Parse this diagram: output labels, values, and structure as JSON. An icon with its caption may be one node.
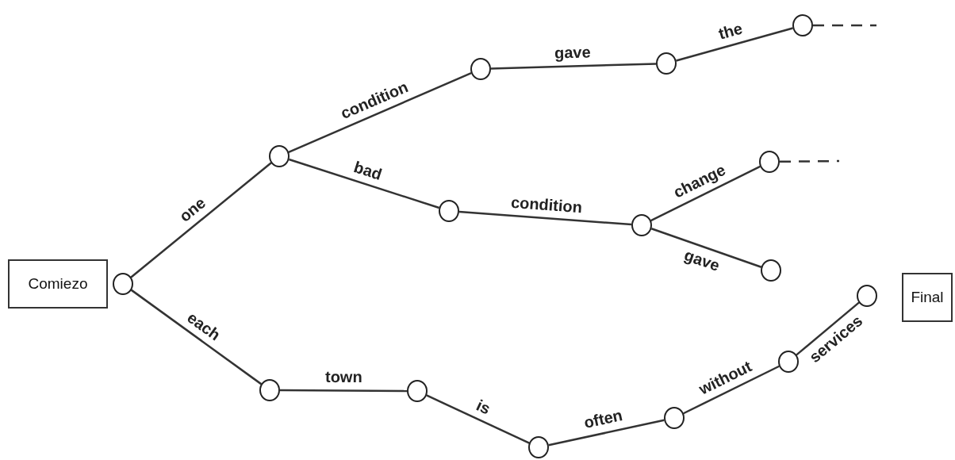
{
  "diagram": {
    "nodes": [
      {
        "text": [
          "Comiezo"
        ]
      },
      {
        "text": [],
        "shape": "circle"
      },
      {
        "text": [],
        "shape": "circle"
      },
      {
        "text": [],
        "shape": "circle"
      },
      {
        "text": [],
        "shape": "circle"
      },
      {
        "text": [],
        "shape": "circle"
      },
      {
        "text": [],
        "shape": "circle"
      },
      {
        "text": [],
        "shape": "circle"
      },
      {
        "text": [],
        "shape": "circle"
      },
      {
        "text": [],
        "shape": "circle"
      },
      {
        "text": [],
        "shape": "circle"
      },
      {
        "text": [],
        "shape": "circle"
      },
      {
        "text": [],
        "shape": "circle"
      },
      {
        "text": [],
        "shape": "circle"
      },
      {
        "text": [],
        "shape": "circle"
      },
      {
        "text": [],
        "shape": "circle"
      },
      {
        "text": [
          "Final"
        ]
      }
    ],
    "edges": [
      {
        "from": 1,
        "to": 2,
        "arrow": "none",
        "label": "one"
      },
      {
        "from": 2,
        "to": 3,
        "arrow": "none",
        "label": "condition"
      },
      {
        "from": 3,
        "to": 4,
        "arrow": "none",
        "label": "gave"
      },
      {
        "from": 4,
        "to": 5,
        "arrow": "none",
        "label": "the"
      },
      {
        "from": 5,
        "to": null,
        "arrow": "none",
        "style": "dashed"
      },
      {
        "from": 2,
        "to": 6,
        "arrow": "none",
        "label": "bad"
      },
      {
        "from": 6,
        "to": 7,
        "arrow": "none",
        "label": "condition"
      },
      {
        "from": 7,
        "to": 8,
        "arrow": "none",
        "label": "change"
      },
      {
        "from": 8,
        "to": null,
        "arrow": "none",
        "style": "dashed"
      },
      {
        "from": 7,
        "to": 9,
        "arrow": "none",
        "label": "gave"
      },
      {
        "from": 1,
        "to": 10,
        "arrow": "none",
        "label": "each"
      },
      {
        "from": 10,
        "to": 11,
        "arrow": "none",
        "label": "town"
      },
      {
        "from": 11,
        "to": 12,
        "arrow": "none",
        "label": "is"
      },
      {
        "from": 12,
        "to": 13,
        "arrow": "none",
        "label": "often"
      },
      {
        "from": 13,
        "to": 14,
        "arrow": "none",
        "label": "without"
      },
      {
        "from": 14,
        "to": 15,
        "arrow": "none",
        "label": "services"
      }
    ]
  }
}
